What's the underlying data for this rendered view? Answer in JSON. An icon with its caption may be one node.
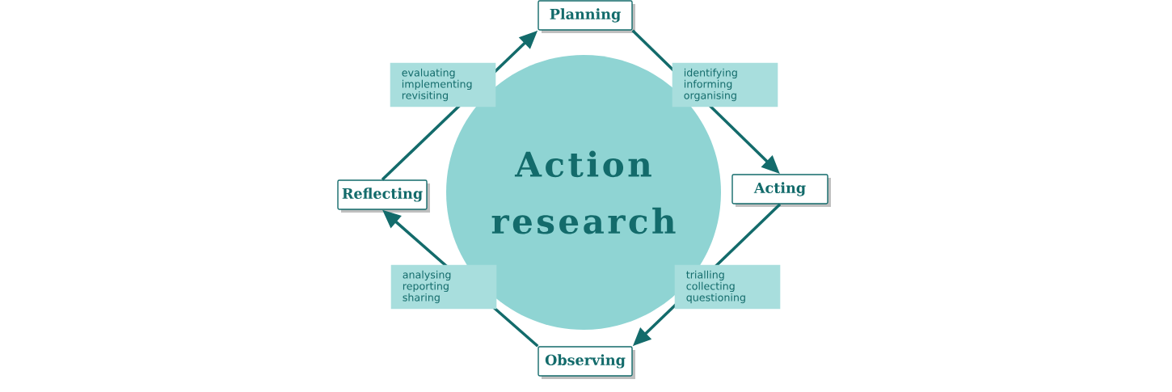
{
  "diagram": {
    "nodes": [
      {
        "text": [
          "Action research"
        ]
      },
      {
        "text": [
          "Planning"
        ]
      },
      {
        "text": [
          "Acting"
        ]
      },
      {
        "text": [
          "Observing"
        ]
      },
      {
        "text": [
          "Reflecting"
        ]
      }
    ],
    "edges": [
      {
        "from": 1,
        "to": 2,
        "arrow": "to",
        "label": "identifying informing organising"
      },
      {
        "from": 2,
        "to": 3,
        "arrow": "to",
        "label": "trialling collecting questioning"
      },
      {
        "from": 3,
        "to": 4,
        "arrow": "to",
        "label": "analysing reporting sharing"
      },
      {
        "from": 4,
        "to": 1,
        "arrow": "to",
        "label": "evaluating implementing revisiting"
      }
    ]
  }
}
